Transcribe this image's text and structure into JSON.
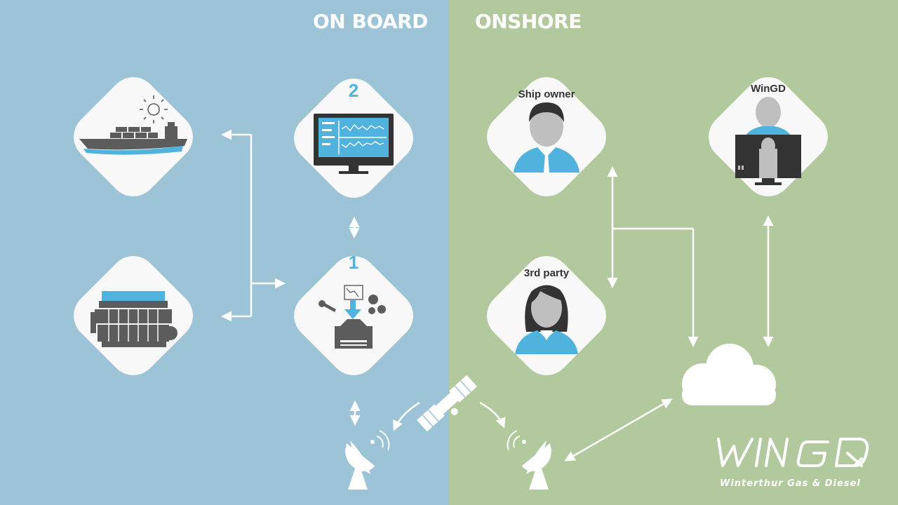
{
  "sections": {
    "onboard": "ON BOARD",
    "onshore": "ONSHORE"
  },
  "tiles": {
    "ship": {
      "icon": "ship-with-sun-icon"
    },
    "engine": {
      "icon": "engine-icon"
    },
    "monitor": {
      "number": "2",
      "icon": "monitor-dashboard-icon"
    },
    "datalogger": {
      "number": "1",
      "icon": "data-processing-server-icon"
    },
    "ship_owner": {
      "label": "Ship owner",
      "icon": "male-person-icon"
    },
    "third_party": {
      "label": "3rd party",
      "icon": "female-person-icon"
    },
    "wingd": {
      "label": "WinGD",
      "icon": "person-at-computer-icon"
    }
  },
  "network_icons": [
    "satellite-icon",
    "satellite-dish-icon",
    "cloud-icon"
  ],
  "logo": {
    "wordmark": "WIN GD",
    "tagline": "Winterthur Gas & Diesel"
  },
  "colors": {
    "onboard_bg": "#9dc3d6",
    "onshore_bg": "#b2c99e",
    "tile_bg": "#f7f8f7",
    "accent": "#4fb3de",
    "icon_gray": "#5c5c5c"
  }
}
